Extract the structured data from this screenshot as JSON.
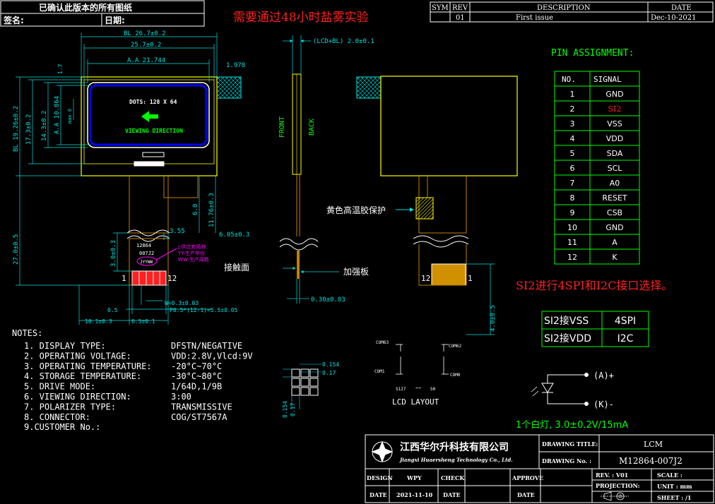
{
  "header": {
    "confirm_text": "已确认此版本的所有图纸",
    "sign_label": "签名:",
    "date_label": "日期:",
    "test_note": "需要通过48小时盐雾实验"
  },
  "revision": {
    "headers": [
      "SYM",
      "REV",
      "DESCRIPTION",
      "DATE"
    ],
    "row": {
      "rev": "01",
      "description": "First issue",
      "date": "Dec-10-2021"
    }
  },
  "front_view": {
    "dots_label": "DOTS: 128 X 64",
    "viewing_label": "VIEWING DIRECTION",
    "dim_bl_width": "BL 26.7±0.2",
    "dim_lcd_width": "25.7±0.2",
    "dim_aa_width": "A.A 21.744",
    "dim_1_7": "1.7",
    "dim_1_978": "1.978",
    "dim_bl_height": "BL 19.26±0.2",
    "dim_17_3": "17.3±0.2",
    "dim_14_3": "14.3±0.2",
    "dim_aa_height": "A.A 10.864",
    "dim_max6": "max 6",
    "dim_fpc_len": "27.0±0.5",
    "dim_11_76": "11.76±0.3",
    "dim_6_0": "6.0",
    "dim_3_55": "3.55",
    "dim_6_05": "6.05±0.3",
    "dim_3_0": "3.0±0.3",
    "fpc_text_1": "12864",
    "fpc_text_2": "007J2",
    "fpc_text_3": "JYYWW",
    "anno_j": "J:供应商简称",
    "anno_yy": "YY:生产年份",
    "anno_ww": "WW:生产周数",
    "pin_1": "1",
    "pin_12": "12",
    "dim_w": "W=0.3±0.03",
    "dim_0_5": "0.5",
    "dim_pitch": "P0.5*(12-1)=5.5±0.05",
    "dim_10_1": "10.1±0.3",
    "dim_6_5": "6.5±0.1"
  },
  "side_view": {
    "dim_thickness": "(LCD+BL) 2.0±0.1",
    "front_label": "FRONT",
    "back_label": "BACK",
    "contact_label": "接触面",
    "stiffener_label": "加强板",
    "dim_0_30": "0.30±0.03"
  },
  "back_view": {
    "tape_label": "黄色高温胶保护",
    "pin_12": "12",
    "pin_1": "1",
    "dim_4_0": "4.0±0.5"
  },
  "pin_assignment": {
    "title": "PIN ASSIGNMENT:",
    "headers": [
      "NO.",
      "SIGNAL"
    ],
    "rows": [
      {
        "no": "1",
        "signal": "GND"
      },
      {
        "no": "2",
        "signal": "SI2"
      },
      {
        "no": "3",
        "signal": "VSS"
      },
      {
        "no": "4",
        "signal": "VDD"
      },
      {
        "no": "5",
        "signal": "SDA"
      },
      {
        "no": "6",
        "signal": "SCL"
      },
      {
        "no": "7",
        "signal": "A0"
      },
      {
        "no": "8",
        "signal": "RESET"
      },
      {
        "no": "9",
        "signal": "CSB"
      },
      {
        "no": "10",
        "signal": "GND"
      },
      {
        "no": "11",
        "signal": "A"
      },
      {
        "no": "12",
        "signal": "K"
      }
    ],
    "interface_note": "SI2进行4SPI和I2C接口选择。",
    "options": [
      {
        "cond": "SI2接VSS",
        "mode": "4SPI"
      },
      {
        "cond": "SI2接VDD",
        "mode": "I2C"
      }
    ]
  },
  "backlight": {
    "anode": "(A)+",
    "cathode": "(K)-",
    "note": "1个白灯, 3.0±0.2V/15mA"
  },
  "notes": {
    "title": "NOTES:",
    "items": [
      {
        "label": "1. DISPLAY TYPE:",
        "value": "DFSTN/NEGATIVE"
      },
      {
        "label": "2. OPERATING VOLTAGE:",
        "value": "VDD:2.8V,Vlcd:9V"
      },
      {
        "label": "3. OPERATING TEMPERATURE:",
        "value": "-20°C~70°C"
      },
      {
        "label": "4. STORAGE TEMPERATURE:",
        "value": "-30°C~80°C"
      },
      {
        "label": "5. DRIVE MODE:",
        "value": "1/64D,1/9B"
      },
      {
        "label": "6. VIEWING DIRECTION:",
        "value": "3:00"
      },
      {
        "label": "7. POLARIZER TYPE:",
        "value": "TRANSMISSIVE"
      },
      {
        "label": "8. CONNECTOR:",
        "value": "COG/ST7567A"
      },
      {
        "label": "9.CUSTOMER No.:",
        "value": ""
      }
    ]
  },
  "dot_detail": {
    "dim_a": "0.154",
    "dim_b": "0.17",
    "dim_c": "0.154",
    "dim_d": "0.17"
  },
  "lcd_layout": {
    "title": "LCD  LAYOUT",
    "com63": "COM63",
    "com62": "COM62",
    "com1": "COM1",
    "com0": "COM0",
    "s127": "S127",
    "s0": "S0",
    "dots": "~~"
  },
  "title_block": {
    "company_cn": "江西华尔升科技有限公司",
    "company_en": "Jiangxi Huaersheng Technology Co., Ltd.",
    "drawing_title_label": "DRAWING TITLE:",
    "drawing_title": "LCM",
    "drawing_no_label": "DRAWING No. :",
    "drawing_no": "M12864-007J2",
    "rev_label": "REV. : V01",
    "scale_label": "SCALE :",
    "projection_label": "PROJECTION:",
    "unit_label": "UNIT : mm",
    "sheet_label": "SHEET : /1",
    "design_label": "DESIGN",
    "design_val": "WPY",
    "check_label": "CHECK",
    "approve_label": "APPROVE",
    "date_label1": "DATE",
    "date_val": "2021-11-10",
    "date_label2": "DATE",
    "date_label3": "DATE"
  },
  "colors": {
    "background": "#000000",
    "outline": "#FFFF00",
    "dimension": "#00E0E0",
    "text": "#FFFFFF",
    "green": "#00FF00",
    "red": "#FF2020",
    "fpc": "#C08000",
    "magenta": "#FF00FF",
    "blue": "#0000FF"
  }
}
